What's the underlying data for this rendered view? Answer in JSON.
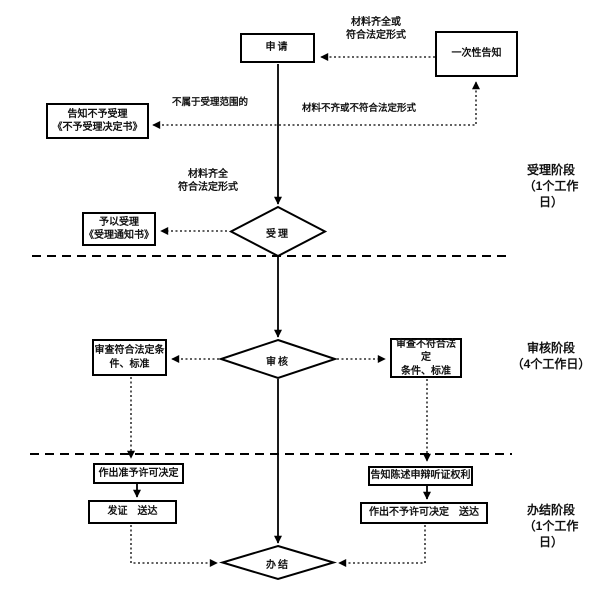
{
  "nodes": {
    "apply": "申请",
    "one_time_notice": "一次性告知",
    "reject_notice": "告知不予受理\n《不予受理决定书》",
    "accept": "受理",
    "accept_notice": "予以受理\n《受理通知书》",
    "review": "审核",
    "review_pass": "审查符合法定条\n件、标准",
    "review_fail": "审查不符合法定\n条件、标准",
    "grant_decision": "作出准予许可决定",
    "issue_deliver": "发证　送达",
    "inform_rights": "告知陈述申辩听证权利",
    "deny_deliver": "作出不予许可决定　送达",
    "close": "办结"
  },
  "edge_labels": {
    "materials_complete_top": "材料齐全或\n符合法定形式",
    "out_of_scope": "不属于受理范围的",
    "materials_incomplete": "材料不齐或不符合法定形式",
    "materials_complete_mid": "材料齐全\n符合法定形式"
  },
  "stages": {
    "accept_stage": "受理阶段\n（1个工作\n日）",
    "review_stage": "审核阶段\n（4个工作日）",
    "close_stage": "办结阶段\n（1个工作\n日）"
  },
  "colors": {
    "line": "#000000",
    "background": "#ffffff",
    "text": "#111111"
  }
}
